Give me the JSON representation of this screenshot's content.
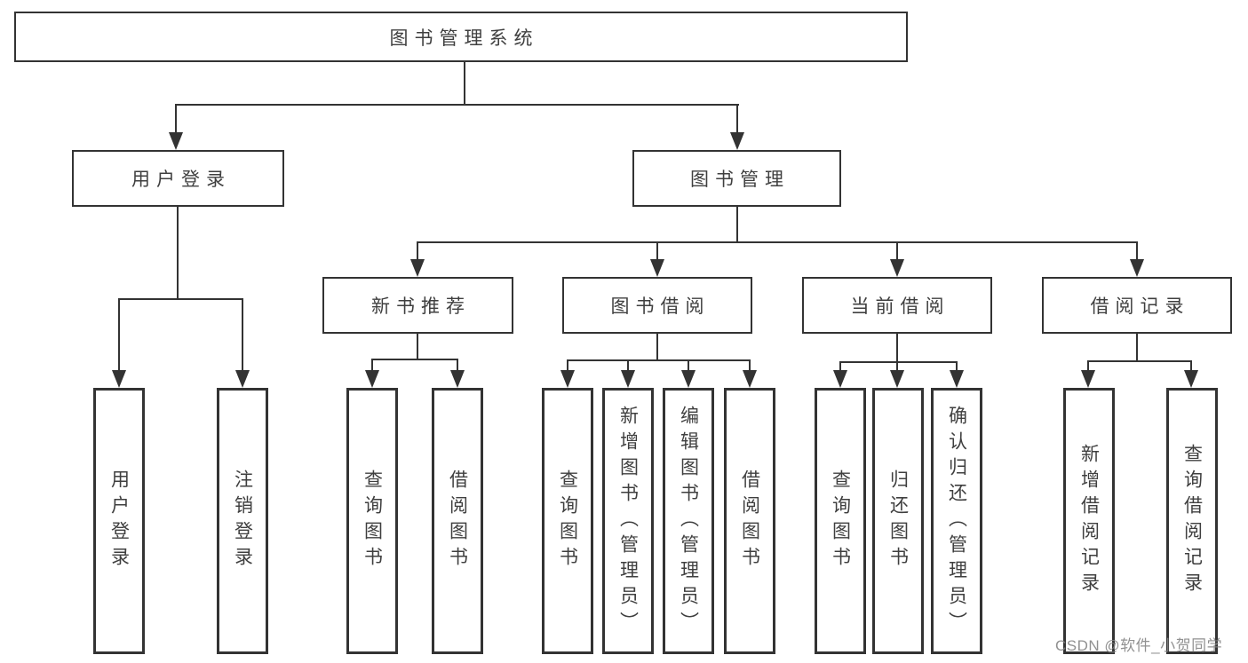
{
  "diagram": {
    "root": {
      "label": "图书管理系统"
    },
    "level2": [
      {
        "label": "用户登录"
      },
      {
        "label": "图书管理"
      }
    ],
    "level3": [
      {
        "label": "新书推荐",
        "parent": "图书管理"
      },
      {
        "label": "图书借阅",
        "parent": "图书管理"
      },
      {
        "label": "当前借阅",
        "parent": "图书管理"
      },
      {
        "label": "借阅记录",
        "parent": "图书管理"
      }
    ],
    "leaves": [
      {
        "label": "用户登录",
        "parent": "用户登录"
      },
      {
        "label": "注销登录",
        "parent": "用户登录"
      },
      {
        "label": "查询图书",
        "parent": "新书推荐"
      },
      {
        "label": "借阅图书",
        "parent": "新书推荐"
      },
      {
        "label": "查询图书",
        "parent": "图书借阅"
      },
      {
        "label": "新增图书（管理员）",
        "parent": "图书借阅"
      },
      {
        "label": "编辑图书（管理员）",
        "parent": "图书借阅"
      },
      {
        "label": "借阅图书",
        "parent": "图书借阅"
      },
      {
        "label": "查询图书",
        "parent": "当前借阅"
      },
      {
        "label": "归还图书",
        "parent": "当前借阅"
      },
      {
        "label": "确认归还（管理员）",
        "parent": "当前借阅"
      },
      {
        "label": "新增借阅记录",
        "parent": "借阅记录"
      },
      {
        "label": "查询借阅记录",
        "parent": "借阅记录"
      }
    ]
  },
  "watermark": {
    "text": "CSDN @软件_小贺同学"
  },
  "colors": {
    "line": "#333333",
    "text": "#3f3f3f",
    "background": "#ffffff",
    "watermark": "#828282"
  }
}
